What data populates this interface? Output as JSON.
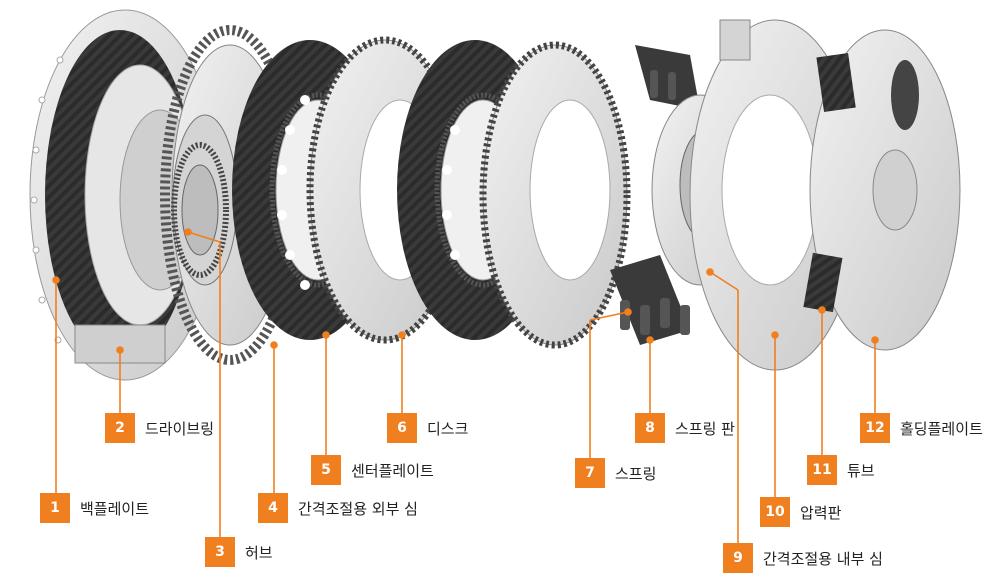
{
  "accent_color": "#f07f1f",
  "parts": [
    {
      "num": "1",
      "label": "백플레이트"
    },
    {
      "num": "2",
      "label": "드라이브링"
    },
    {
      "num": "3",
      "label": "허브"
    },
    {
      "num": "4",
      "label": "간격조절용 외부 심"
    },
    {
      "num": "5",
      "label": "센터플레이트"
    },
    {
      "num": "6",
      "label": "디스크"
    },
    {
      "num": "7",
      "label": "스프링"
    },
    {
      "num": "8",
      "label": "스프링 판"
    },
    {
      "num": "9",
      "label": "간격조절용 내부 심"
    },
    {
      "num": "10",
      "label": "압력판"
    },
    {
      "num": "11",
      "label": "튜브"
    },
    {
      "num": "12",
      "label": "홀딩플레이트"
    }
  ]
}
